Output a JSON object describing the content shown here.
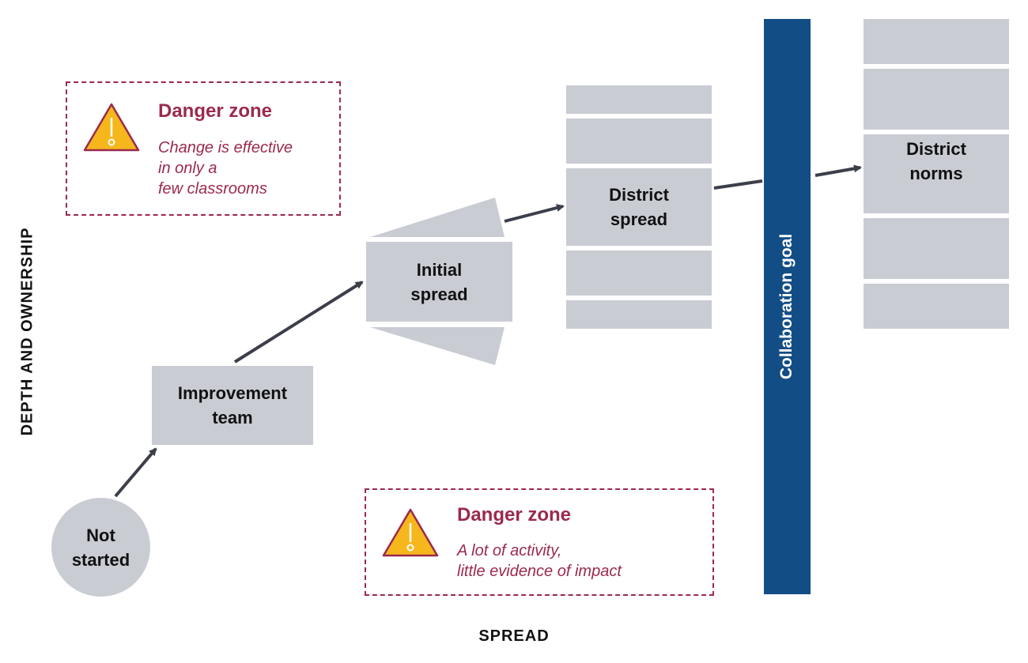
{
  "diagram": {
    "x_axis_label": "SPREAD",
    "y_axis_label": "DEPTH AND OWNERSHIP",
    "stages": {
      "not_started": "Not\nstarted",
      "improvement_team": "Improvement\nteam",
      "initial_spread": "Initial\nspread",
      "district_spread": "District\nspread",
      "district_norms": "District\nnorms"
    },
    "collaboration_goal": "Collaboration goal",
    "danger_zones": [
      {
        "title": "Danger zone",
        "text": "Change is effective\nin only a\nfew classrooms"
      },
      {
        "title": "Danger zone",
        "text": "A lot of activity,\nlittle evidence of impact"
      }
    ],
    "colors": {
      "box": "#c9ccd3",
      "danger": "#9b2a4c",
      "collaboration_bar": "#134d86",
      "warning_fill": "#f5b71c",
      "arrow": "#3c3f4a"
    }
  }
}
